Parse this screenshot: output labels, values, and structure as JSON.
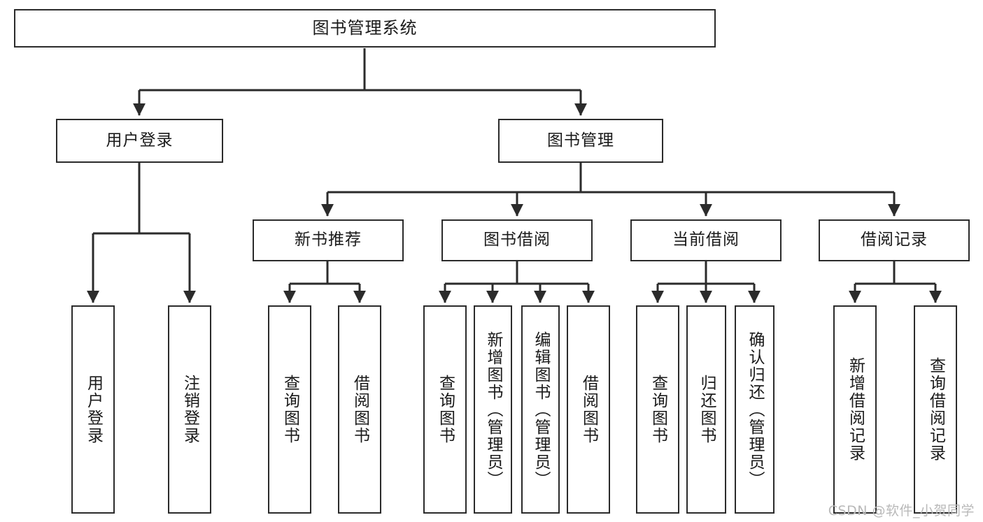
{
  "diagram": {
    "title": "图书管理系统",
    "type": "tree-hierarchy-chart",
    "colors": {
      "box_border": "#2b2b2b",
      "box_fill": "#ffffff",
      "connector": "#2b2b2b",
      "text": "#1a1a1a",
      "watermark": "#b9b9b9",
      "background": "#ffffff"
    },
    "watermark": "CSDN @软件_小贺同学"
  },
  "nodes": {
    "root": {
      "label": "图书管理系统"
    },
    "level2": [
      {
        "id": "user-login",
        "label": "用户登录"
      },
      {
        "id": "book-manage",
        "label": "图书管理"
      }
    ],
    "level3": [
      {
        "id": "new-book-recommend",
        "label": "新书推荐"
      },
      {
        "id": "book-borrow",
        "label": "图书借阅"
      },
      {
        "id": "current-borrow",
        "label": "当前借阅"
      },
      {
        "id": "borrow-record",
        "label": "借阅记录"
      }
    ],
    "leaves": {
      "user_login": [
        {
          "id": "leaf-user-login",
          "label": "用户登录"
        },
        {
          "id": "leaf-logout-login",
          "label": "注销登录"
        }
      ],
      "new_book_recommend": [
        {
          "id": "leaf-query-book-1",
          "label": "查询图书"
        },
        {
          "id": "leaf-borrow-book-1",
          "label": "借阅图书"
        }
      ],
      "book_borrow": [
        {
          "id": "leaf-query-book-2",
          "label": "查询图书"
        },
        {
          "id": "leaf-add-book",
          "label": "新增图书（管理员）"
        },
        {
          "id": "leaf-edit-book",
          "label": "编辑图书（管理员）"
        },
        {
          "id": "leaf-borrow-book-2",
          "label": "借阅图书"
        }
      ],
      "current_borrow": [
        {
          "id": "leaf-query-book-3",
          "label": "查询图书"
        },
        {
          "id": "leaf-return-book",
          "label": "归还图书"
        },
        {
          "id": "leaf-confirm-return",
          "label": "确认归还（管理员）"
        }
      ],
      "borrow_record": [
        {
          "id": "leaf-add-record",
          "label": "新增借阅记录"
        },
        {
          "id": "leaf-query-record",
          "label": "查询借阅记录"
        }
      ]
    }
  }
}
